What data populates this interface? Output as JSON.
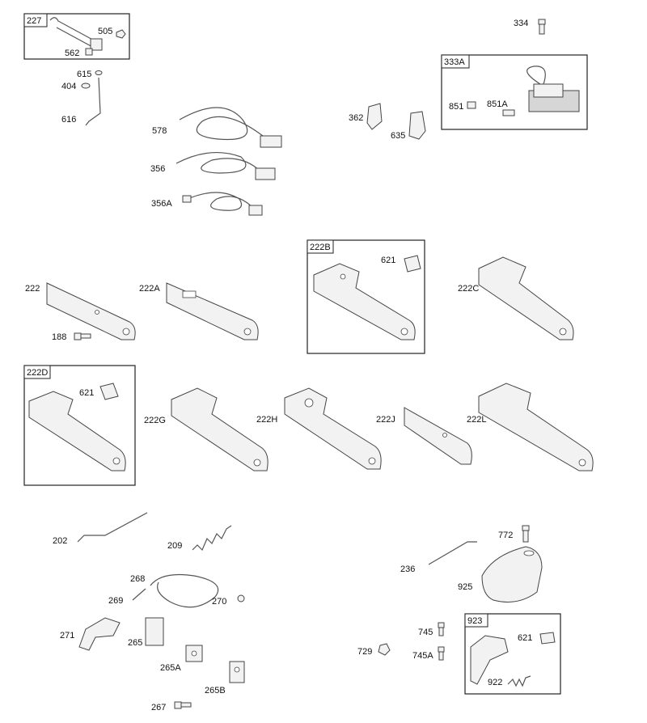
{
  "groups": [
    {
      "label": "227"
    },
    {
      "label": "333A"
    },
    {
      "label": "222B"
    },
    {
      "label": "222D"
    },
    {
      "label": "923"
    }
  ],
  "callouts": [
    {
      "label": "334"
    },
    {
      "label": "505"
    },
    {
      "label": "562"
    },
    {
      "label": "615"
    },
    {
      "label": "404"
    },
    {
      "label": "616"
    },
    {
      "label": "578"
    },
    {
      "label": "356"
    },
    {
      "label": "356A"
    },
    {
      "label": "362"
    },
    {
      "label": "635"
    },
    {
      "label": "851"
    },
    {
      "label": "851A"
    },
    {
      "label": "222"
    },
    {
      "label": "188"
    },
    {
      "label": "222A"
    },
    {
      "label": "621"
    },
    {
      "label": "222C"
    },
    {
      "label": "621"
    },
    {
      "label": "222G"
    },
    {
      "label": "222H"
    },
    {
      "label": "222J"
    },
    {
      "label": "222L"
    },
    {
      "label": "202"
    },
    {
      "label": "209"
    },
    {
      "label": "268"
    },
    {
      "label": "269"
    },
    {
      "label": "270"
    },
    {
      "label": "271"
    },
    {
      "label": "265"
    },
    {
      "label": "265A"
    },
    {
      "label": "265B"
    },
    {
      "label": "267"
    },
    {
      "label": "772"
    },
    {
      "label": "236"
    },
    {
      "label": "925"
    },
    {
      "label": "745"
    },
    {
      "label": "729"
    },
    {
      "label": "745A"
    },
    {
      "label": "621"
    },
    {
      "label": "922"
    }
  ]
}
